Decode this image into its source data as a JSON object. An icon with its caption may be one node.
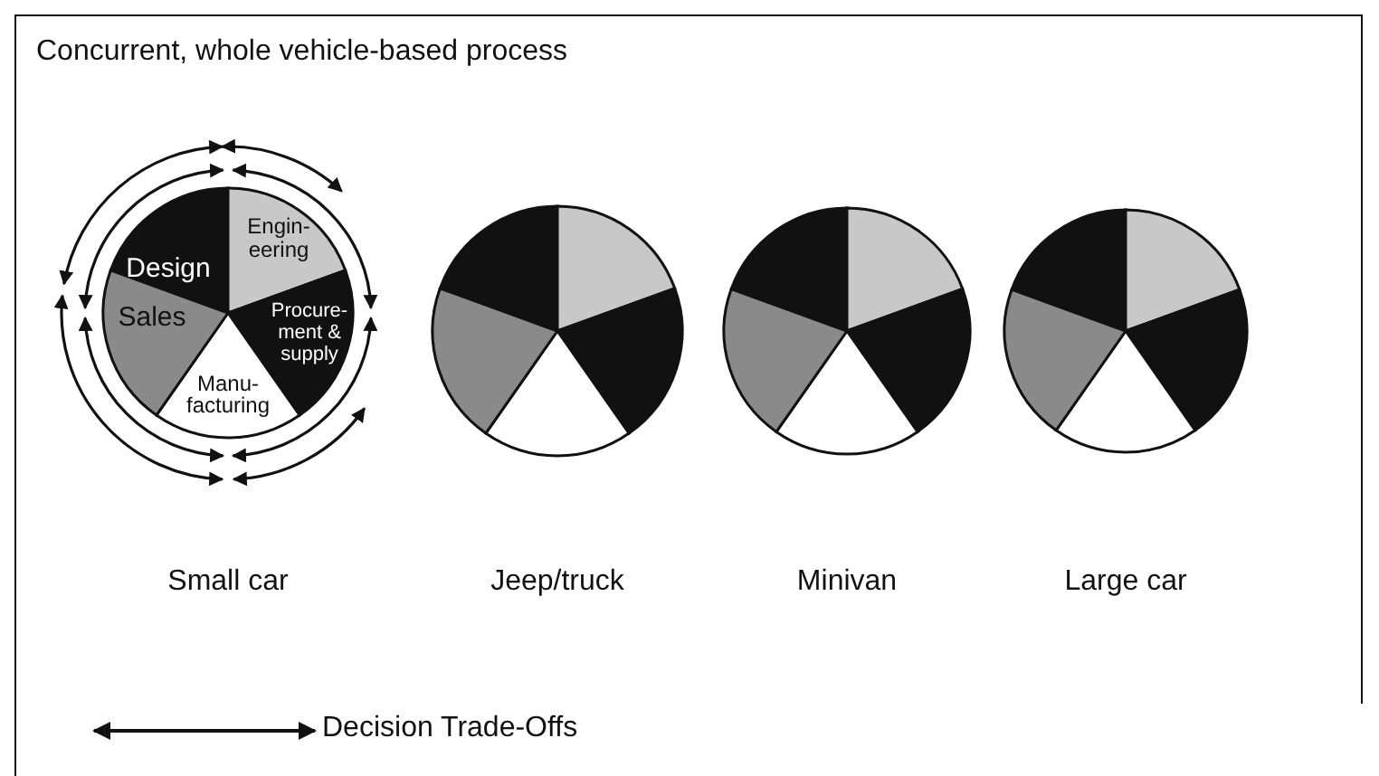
{
  "diagram": {
    "title": "Concurrent, whole vehicle-based process",
    "nodes": [
      {
        "text": [
          "Design",
          "Engin- eering",
          "Procure- ment & supply",
          "Manu- facturing",
          "Sales"
        ]
      },
      {
        "text": [],
        "shape": "circle"
      },
      {
        "text": [],
        "shape": "circle"
      },
      {
        "text": [],
        "shape": "circle"
      }
    ],
    "edges": [],
    "labels": [
      "Small car",
      "Jeep/truck",
      "Minivan",
      "Large car"
    ],
    "legend": [
      {
        "text": "Decision Trade-Offs"
      }
    ]
  }
}
